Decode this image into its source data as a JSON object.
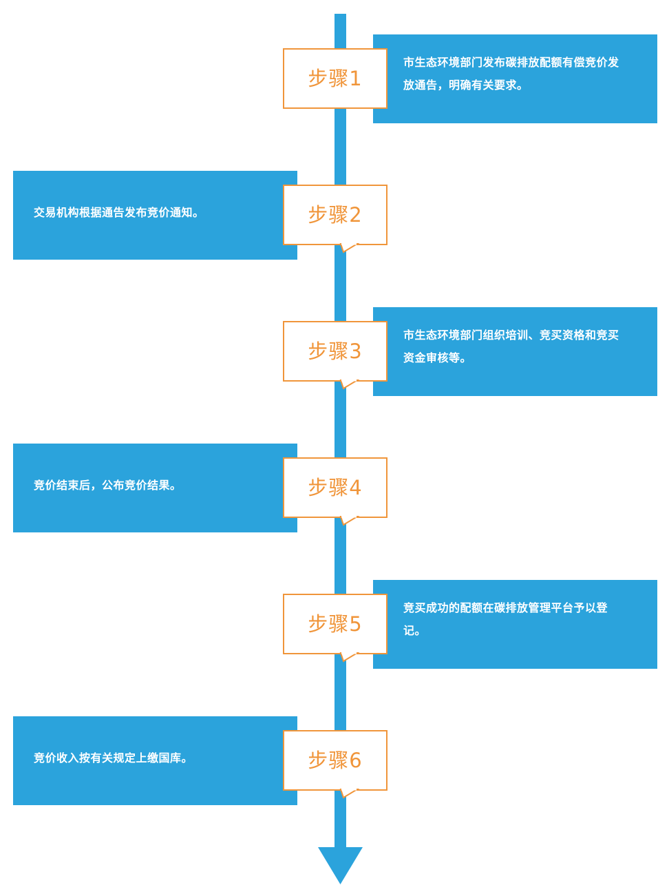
{
  "colors": {
    "axis": "#2ba3dc",
    "box": "#2ba3dc",
    "label_border": "#f0953a",
    "label_text": "#f0953a",
    "box_text": "#ffffff"
  },
  "steps": [
    {
      "label": "步骤1",
      "side": "right",
      "lines": [
        "市生态环境部门发布碳排放配额有偿竞价发",
        "放通告，明确有关要求。"
      ]
    },
    {
      "label": "步骤2",
      "side": "left",
      "lines": [
        "交易机构根据通告发布竞价通知。"
      ]
    },
    {
      "label": "步骤3",
      "side": "right",
      "lines": [
        "市生态环境部门组织培训、竞买资格和竞买",
        "资金审核等。"
      ]
    },
    {
      "label": "步骤4",
      "side": "left",
      "lines": [
        "竞价结束后，公布竞价结果。"
      ]
    },
    {
      "label": "步骤5",
      "side": "right",
      "lines": [
        "竞买成功的配额在碳排放管理平台予以登",
        "记。"
      ]
    },
    {
      "label": "步骤6",
      "side": "left",
      "lines": [
        "竞价收入按有关规定上缴国库。"
      ]
    }
  ]
}
